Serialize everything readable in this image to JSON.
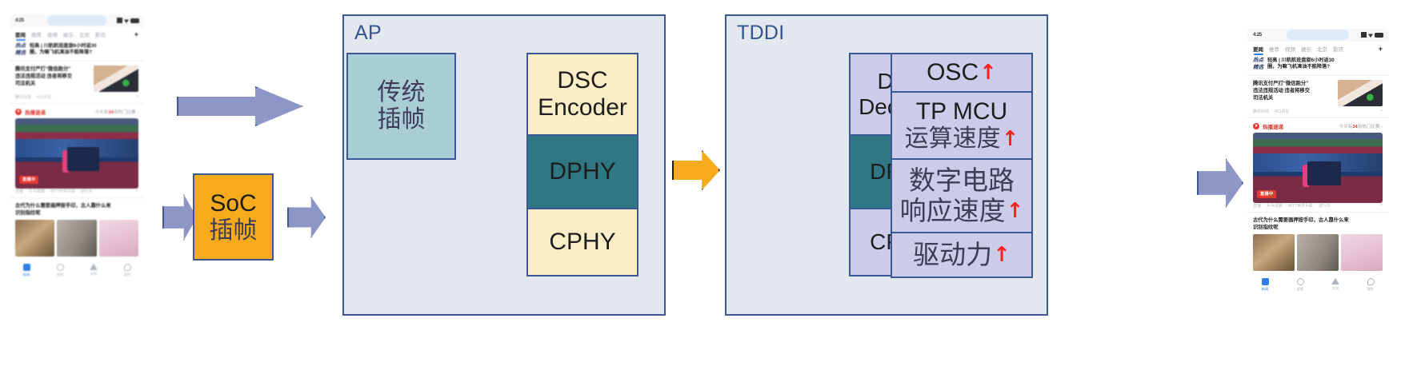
{
  "diagram": {
    "ap": {
      "label": "AP",
      "legacy_block": {
        "line1": "传统",
        "line2": "插帧"
      },
      "phy_stack": [
        {
          "line1": "DSC",
          "line2": "Encoder"
        },
        {
          "line1": "DPHY"
        },
        {
          "line1": "CPHY"
        }
      ]
    },
    "soc": {
      "line1": "SoC",
      "line2": "插帧"
    },
    "tddi": {
      "label": "TDDI",
      "phy_stack": [
        {
          "line1": "DSC",
          "line2": "Decoder"
        },
        {
          "line1": "DPHY"
        },
        {
          "line1": "CPHY"
        }
      ],
      "improvements": [
        {
          "line1": "OSC",
          "arrow1": "↑"
        },
        {
          "line1": "TP MCU",
          "line2": "运算速度",
          "arrow2": "↑"
        },
        {
          "line1": "数字电路",
          "line2": "响应速度",
          "arrow2": "↑"
        },
        {
          "line1": "驱动力",
          "arrow1": "↑"
        }
      ]
    },
    "colors": {
      "chip_fill": "#e3e7ee",
      "chip_border": "#3c5894",
      "label_text": "#33548f",
      "legacy_fill": "#a8cdd6",
      "cream_fill": "#fdeec7",
      "dphy_fill": "#2f7783",
      "lavender_fill": "#ccccea",
      "soc_fill": "#f5ab1c",
      "arrow_fill": "#8e96c8",
      "arrow_orange": "#f5ab1c",
      "up_arrow": "#ff2020"
    }
  },
  "phone": {
    "status": {
      "time": "4:25"
    },
    "tabs": [
      "要闻",
      "推荐",
      "视频",
      "娱乐",
      "北京",
      "影讯"
    ],
    "tabs_add": "+",
    "hot": {
      "badge_line1": "热点",
      "badge_line2": "精选",
      "text_line1": "轻高 | 川航航班盘旋6小时返30",
      "text_line2": "圈，为嘛飞机凑油不能降落?"
    },
    "article1": {
      "line1": "腾讯支付严打“微信跑分”",
      "line2": "违法违规活动 违者将移交",
      "line3": "司法机关",
      "meta1": "腾讯科技",
      "meta2": "421评论",
      "close": "×"
    },
    "live": {
      "title": "热播速递",
      "right_prefix": "今天有",
      "right_count": "34",
      "right_suffix": "场热门比赛 ›",
      "tag": "直播中"
    },
    "video_meta": {
      "m1": "直播",
      "m2": "乒乓球赛",
      "m3": "WTT世界乒联",
      "m4": "进行中",
      "close": "×"
    },
    "article2": {
      "line1": "古代为什么需要画押按手印，古人靠什么来",
      "line2": "识别指纹呢"
    },
    "nav": [
      {
        "label": "新闻",
        "icon": "home-icon"
      },
      {
        "label": "视频",
        "icon": "video-icon"
      },
      {
        "label": "发现",
        "icon": "discover-icon"
      },
      {
        "label": "我的",
        "icon": "profile-icon"
      }
    ]
  }
}
